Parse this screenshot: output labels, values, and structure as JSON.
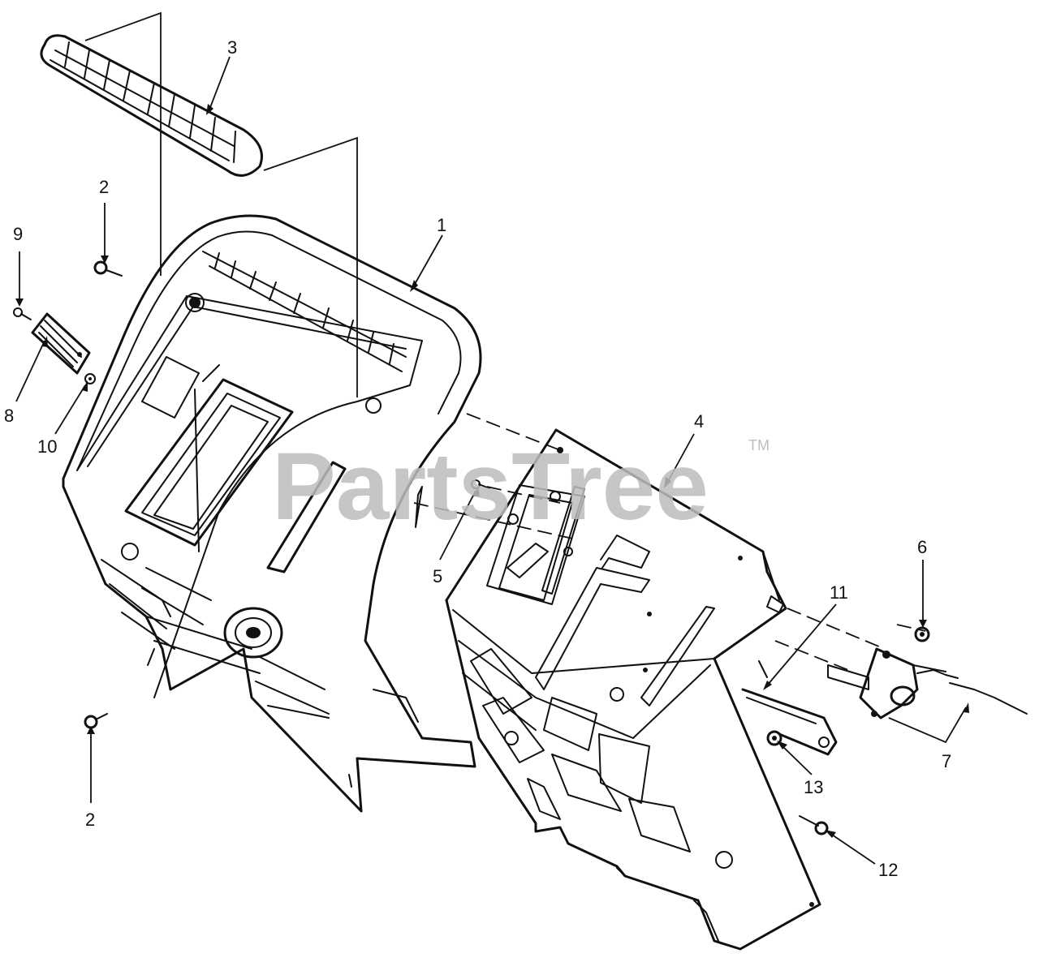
{
  "callouts": {
    "c1": "1",
    "c2a": "2",
    "c2b": "2",
    "c3": "3",
    "c4": "4",
    "c5": "5",
    "c6": "6",
    "c7": "7",
    "c8": "8",
    "c9": "9",
    "c10": "10",
    "c11": "11",
    "c12": "12",
    "c13": "13"
  },
  "watermark": {
    "text": "PartsTree",
    "tm": "TM"
  }
}
